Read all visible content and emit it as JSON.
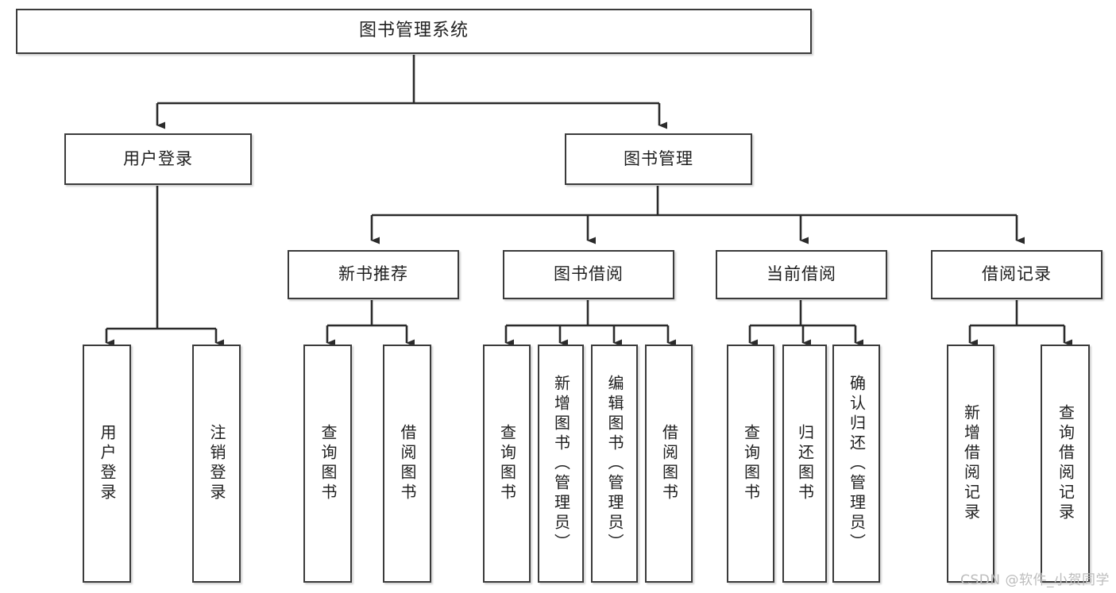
{
  "diagram": {
    "title": "图书管理系统",
    "watermark": "CSDN @软件_小贺同学",
    "colors": {
      "box_border": "#3b3b3b",
      "box_fill": "#ffffff",
      "connector": "#2b2b2b",
      "text": "#1f1f1f",
      "watermark": "#bcbcbc"
    },
    "root": {
      "label": "图书管理系统"
    },
    "level2": [
      {
        "label": "用户登录"
      },
      {
        "label": "图书管理"
      }
    ],
    "level3": [
      {
        "label": "新书推荐"
      },
      {
        "label": "图书借阅"
      },
      {
        "label": "当前借阅"
      },
      {
        "label": "借阅记录"
      }
    ],
    "leaves": {
      "user_login": [
        {
          "label": "用户登录"
        },
        {
          "label": "注销登录"
        }
      ],
      "new_book": [
        {
          "label": "查询图书"
        },
        {
          "label": "借阅图书"
        }
      ],
      "book_borrow": [
        {
          "label": "查询图书"
        },
        {
          "label": "新增图书（管理员）"
        },
        {
          "label": "编辑图书（管理员）"
        },
        {
          "label": "借阅图书"
        }
      ],
      "current_borrow": [
        {
          "label": "查询图书"
        },
        {
          "label": "归还图书"
        },
        {
          "label": "确认归还（管理员）"
        }
      ],
      "borrow_record": [
        {
          "label": "新增借阅记录"
        },
        {
          "label": "查询借阅记录"
        }
      ]
    }
  }
}
